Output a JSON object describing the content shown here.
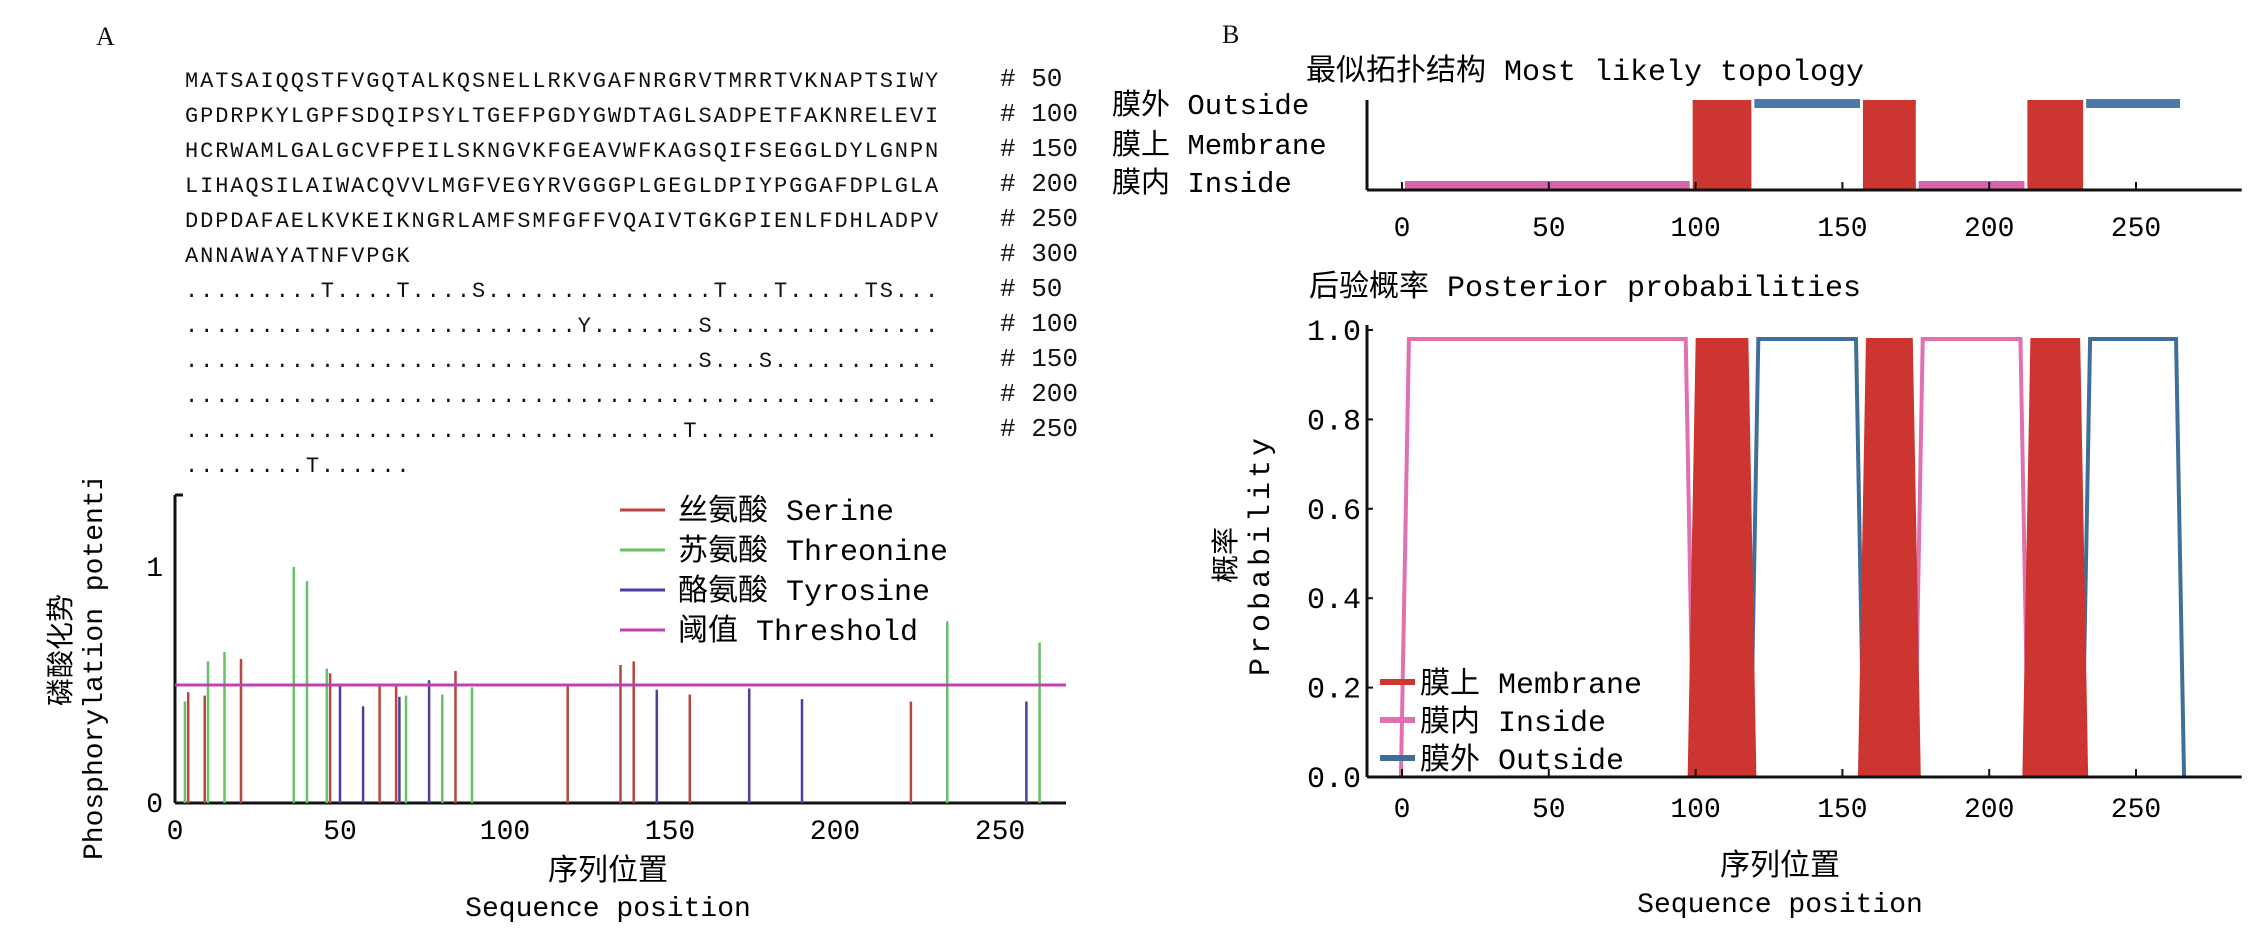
{
  "panel_a": {
    "label": "A",
    "sequence_lines": [
      "MATSAIQQSTFVGQTALKQSNELLRKVGAFNRGRVTMRRTVKNAPTSIWY",
      "GPDRPKYLGPFSDQIPSYLTGEFPGDYGWDTAGLSADPETFAKNRELEVI",
      "HCRWAMLGALGCVFPEILSKNGVKFGEAVWFKAGSQIFSEGGLDYLGNPN",
      "LIHAQSILAIWACQVVLMGFVEGYRVGGGPLGEGLDPIYPGGAFDPLGLA",
      "DDPDAFAELKVKEIKNGRLAMFSMFGFFVQAIVTGKGPIENLFDHLADPV",
      "ANNAWAYATNFVPGK"
    ],
    "sequence_numbers": [
      "# 50",
      "# 100",
      "# 150",
      "# 200",
      "# 250",
      "# 300"
    ],
    "site_lines": [
      ".........T....T....S...............T...T.....TS...",
      "..........................Y.......S...............",
      "..................................S...S...........",
      "..................................................",
      ".................................T................",
      "........T......"
    ],
    "site_numbers": [
      "# 50",
      "# 100",
      "# 150",
      "# 200",
      "# 250",
      ""
    ]
  },
  "panel_b": {
    "label": "B"
  },
  "chart_data": [
    {
      "type": "bar",
      "title": "",
      "xlabel_cn": "序列位置",
      "xlabel": "Sequence position",
      "ylabel_cn": "磷酸化势",
      "ylabel": "Phosphorylation potential",
      "xlim": [
        0,
        270
      ],
      "ylim": [
        0,
        1.3
      ],
      "xticks": [
        "0",
        "50",
        "100",
        "150",
        "200",
        "250"
      ],
      "yticks": [
        "0",
        "1"
      ],
      "threshold": 0.5,
      "legend_position": "top-right",
      "legend": [
        {
          "key": "serine",
          "label": "丝氨酸 Serine",
          "color": "#b5473f"
        },
        {
          "key": "threonine",
          "label": "苏氨酸 Threonine",
          "color": "#66c266"
        },
        {
          "key": "tyrosine",
          "label": "酪氨酸 Tyrosine",
          "color": "#4b3f9c"
        },
        {
          "key": "threshold",
          "label": "阈值 Threshold",
          "color": "#c040b8"
        }
      ],
      "series": [
        {
          "name": "serine",
          "x": [
            4,
            9,
            20,
            47,
            62,
            67,
            85,
            119,
            135,
            139,
            156,
            223
          ],
          "values": [
            0.47,
            0.455,
            0.61,
            0.55,
            0.495,
            0.495,
            0.56,
            0.495,
            0.585,
            0.6,
            0.46,
            0.43
          ]
        },
        {
          "name": "threonine",
          "x": [
            3,
            10,
            15,
            36,
            40,
            46,
            70,
            81,
            90,
            234,
            262
          ],
          "values": [
            0.43,
            0.6,
            0.64,
            1.0,
            0.94,
            0.57,
            0.455,
            0.46,
            0.49,
            0.77,
            0.68
          ]
        },
        {
          "name": "tyrosine",
          "x": [
            50,
            57,
            68,
            77,
            146,
            174,
            190,
            258
          ],
          "values": [
            0.495,
            0.41,
            0.45,
            0.52,
            0.48,
            0.485,
            0.44,
            0.43
          ]
        }
      ]
    },
    {
      "type": "bar",
      "title": "最似拓扑结构 Most likely topology",
      "xlim": [
        -12,
        286
      ],
      "xticks": [
        "0",
        "50",
        "100",
        "150",
        "200",
        "250"
      ],
      "ylevels": [
        "膜外 Outside",
        "膜上 Membrane",
        "膜内 Inside"
      ],
      "segments": [
        {
          "state": "inside",
          "start": 1,
          "end": 98
        },
        {
          "state": "membrane",
          "start": 99,
          "end": 119
        },
        {
          "state": "outside",
          "start": 120,
          "end": 156
        },
        {
          "state": "membrane",
          "start": 157,
          "end": 175
        },
        {
          "state": "inside",
          "start": 176,
          "end": 212
        },
        {
          "state": "membrane",
          "start": 213,
          "end": 232
        },
        {
          "state": "outside",
          "start": 233,
          "end": 265
        }
      ],
      "colors": {
        "inside": "#d963a8",
        "membrane": "#cc3530",
        "outside": "#4a7ba8"
      }
    },
    {
      "type": "line",
      "title": "后验概率 Posterior probabilities",
      "xlabel_cn": "序列位置",
      "xlabel": "Sequence position",
      "ylabel_cn": "概率",
      "ylabel": "Probability",
      "xlim": [
        -12,
        286
      ],
      "ylim": [
        0,
        1.0
      ],
      "xticks": [
        "0",
        "50",
        "100",
        "150",
        "200",
        "250"
      ],
      "yticks": [
        "0.0",
        "0.2",
        "0.4",
        "0.6",
        "0.8",
        "1.0"
      ],
      "legend_position": "bottom-left",
      "legend": [
        {
          "key": "membrane",
          "label": "膜上 Membrane",
          "color": "#cc3530"
        },
        {
          "key": "inside",
          "label": "膜内 Inside",
          "color": "#e070b0"
        },
        {
          "key": "outside",
          "label": "膜外 Outside",
          "color": "#3f6f98"
        }
      ],
      "length": 265,
      "membrane_regions": [
        [
          99,
          119
        ],
        [
          157,
          175
        ],
        [
          213,
          232
        ]
      ],
      "inside_regions": [
        [
          1,
          98
        ],
        [
          176,
          212
        ]
      ],
      "outside_regions": [
        [
          120,
          156
        ],
        [
          233,
          265
        ]
      ],
      "max_probability": 0.98
    }
  ]
}
